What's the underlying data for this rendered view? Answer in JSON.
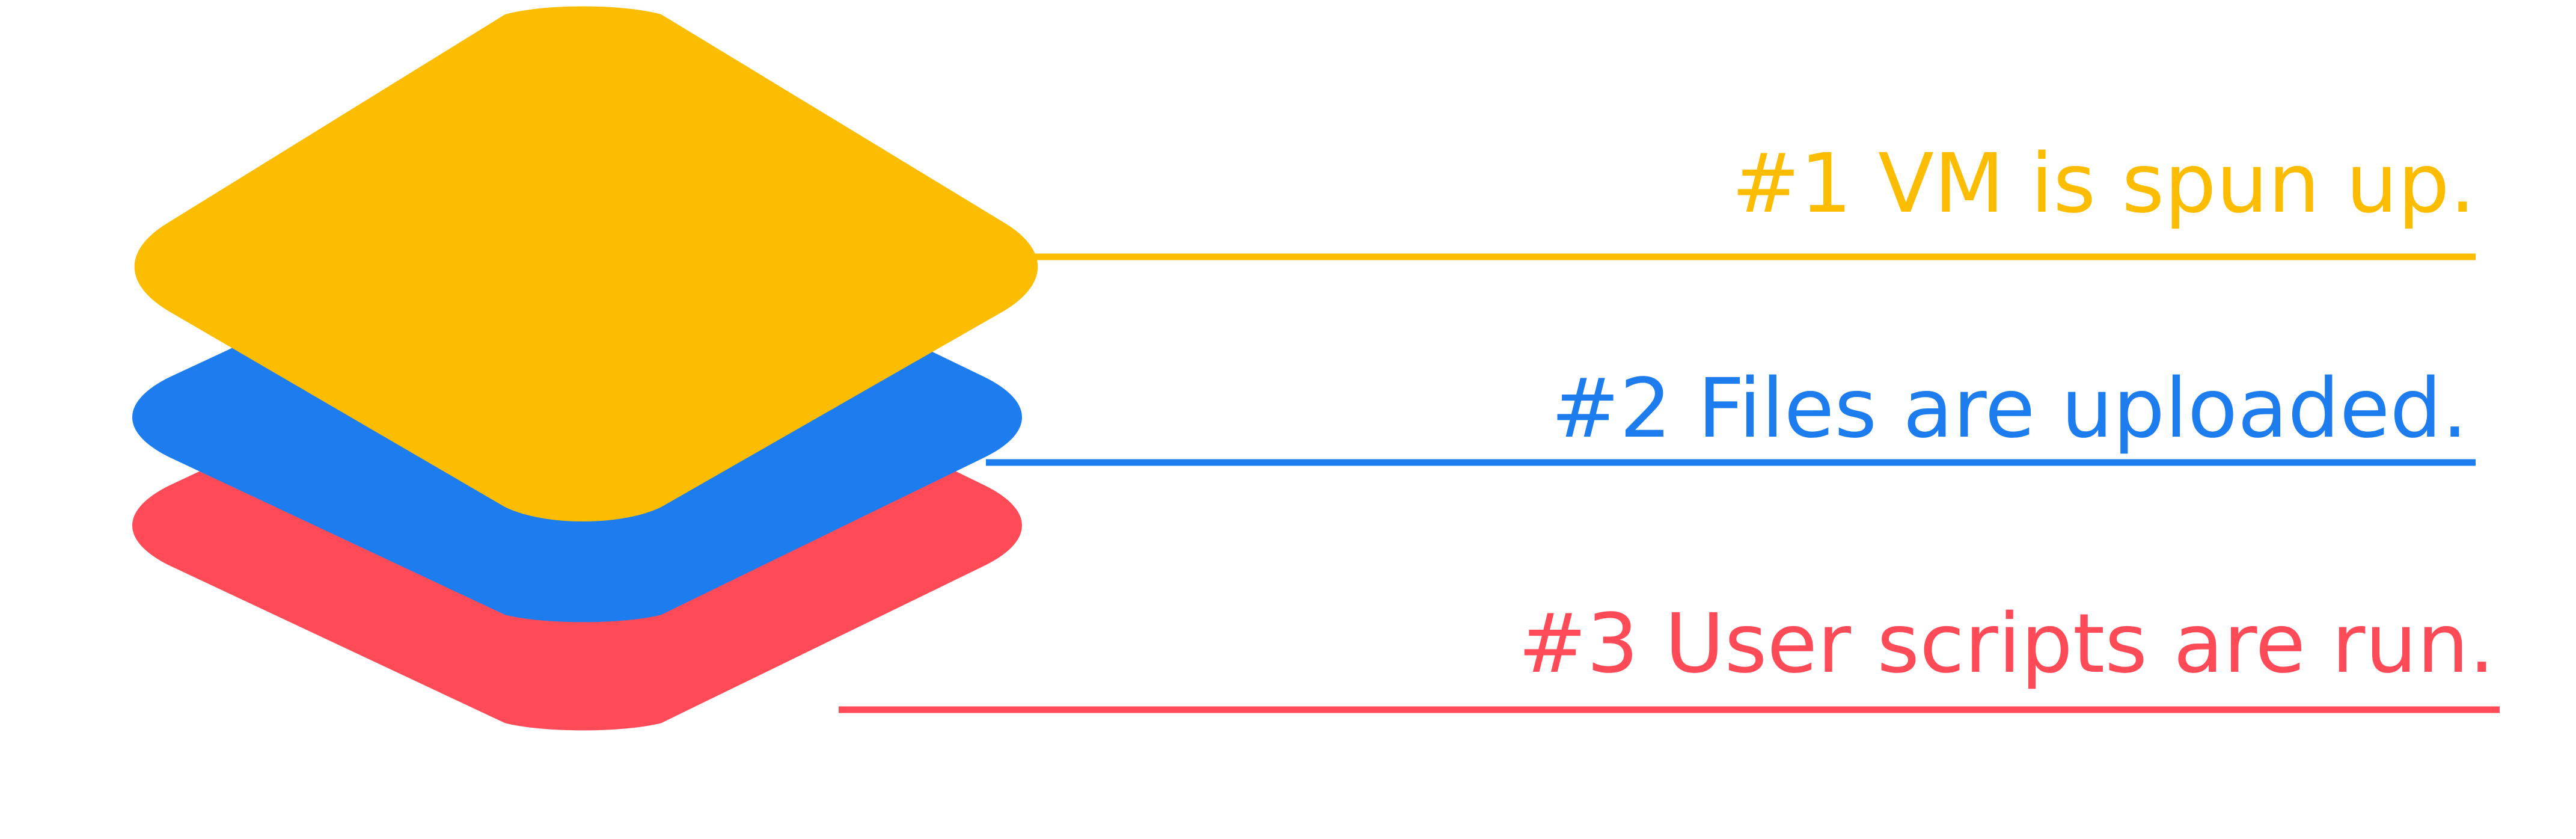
{
  "layers": [
    {
      "id": "layer-1",
      "label": "#1 VM is spun up.",
      "color": "#FCBC00"
    },
    {
      "id": "layer-2",
      "label": "#2 Files are uploaded.",
      "color": "#1E7DEE"
    },
    {
      "id": "layer-3",
      "label": "#3 User scripts are run.",
      "color": "#FF4B58"
    }
  ]
}
